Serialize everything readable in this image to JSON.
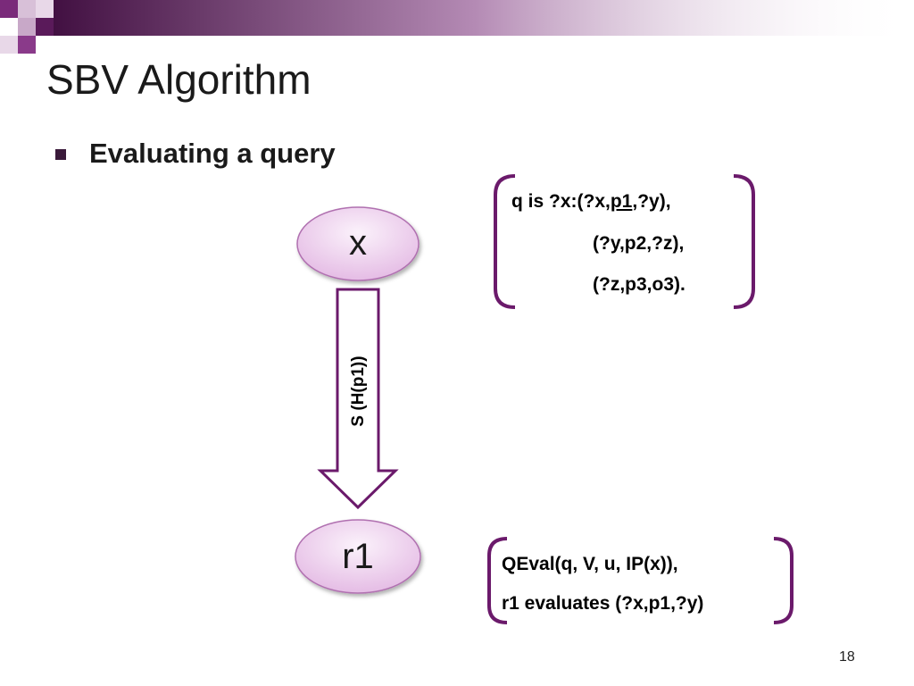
{
  "slide": {
    "title": "SBV Algorithm",
    "bullet": "Evaluating a query",
    "slide_number": "18"
  },
  "diagram": {
    "node_x_label": "x",
    "node_r1_label": "r1",
    "arrow_label": "S (H(p1))",
    "query_box": {
      "line1_prefix": "q is ?x:(?x,",
      "line1_underlined": "p1",
      "line1_suffix": ",?y),",
      "line2": "(?y,p2,?z),",
      "line3": "(?z,p3,o3)."
    },
    "eval_box": {
      "line1": "QEval(q, V, u, IP(x)),",
      "line2": "r1 evaluates  (?x,p1,?y)"
    }
  },
  "colors": {
    "accent": "#6b1a6b",
    "header_dark": "#3d0b3d",
    "node_fill_light": "#faf0fa",
    "node_fill_dark": "#e3b8e3"
  }
}
